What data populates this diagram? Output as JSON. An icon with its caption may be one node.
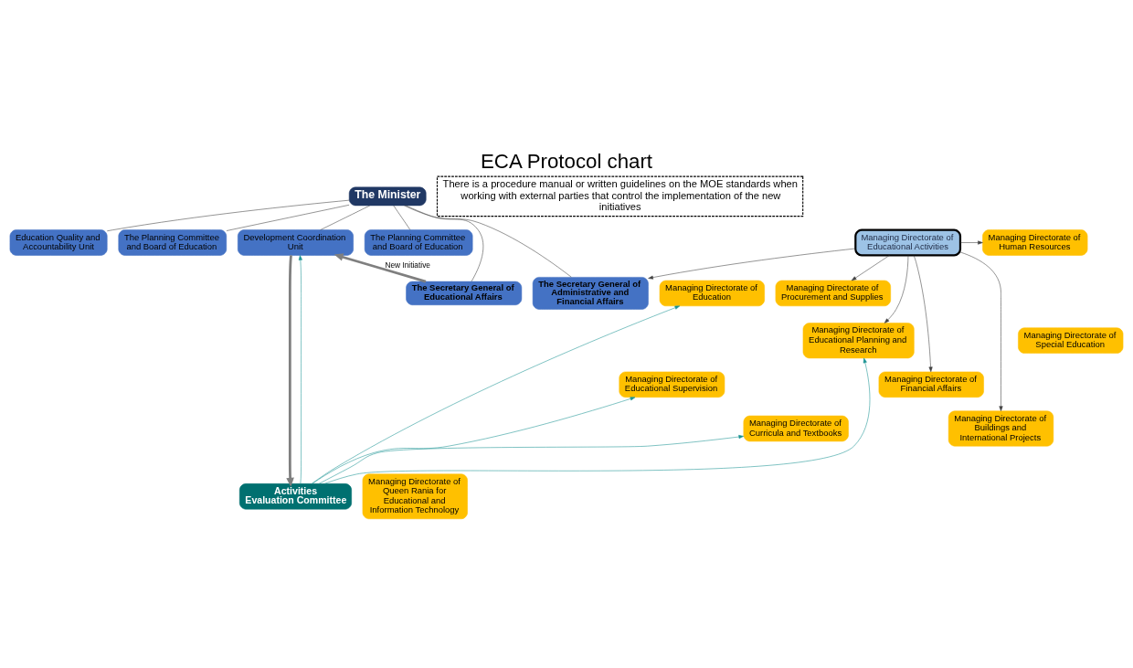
{
  "diagram": {
    "title": "ECA Protocol chart",
    "nodes": [
      {
        "text": [
          "The Minister"
        ]
      },
      {
        "text": [
          "Education Quality and Accountability Unit"
        ]
      },
      {
        "text": [
          "The Planning Committee and Board of Education"
        ]
      },
      {
        "text": [
          "Development Coordination Unit"
        ]
      },
      {
        "text": [
          "The Planning Committee and Board of Education"
        ]
      },
      {
        "text": [
          "The Secretary General of Educational Affairs"
        ]
      },
      {
        "text": [
          "The Secretary General of Administrative and Financial Affairs"
        ]
      },
      {
        "text": [
          "Managing Directorate of Educational Activities"
        ]
      },
      {
        "text": [
          "Managing Directorate of Education"
        ]
      },
      {
        "text": [
          "Managing Directorate of Special Education"
        ]
      },
      {
        "text": [
          "Managing Directorate of Educational Supervision"
        ]
      },
      {
        "text": [
          "Managing Directorate of Curricula and Textbooks"
        ]
      },
      {
        "text": [
          "Managing Directorate of Queen Rania for Educational and Information Technology"
        ]
      },
      {
        "text": [
          "Managing Directorate of Human Resources"
        ]
      },
      {
        "text": [
          "Managing Directorate of Procurement and Supplies"
        ]
      },
      {
        "text": [
          "Managing Directorate of Educational Planning and Research"
        ]
      },
      {
        "text": [
          "Managing Directorate of Financial Affairs"
        ]
      },
      {
        "text": [
          "Managing Directorate of Buildings and International Projects"
        ]
      },
      {
        "text": [
          "Activities Evaluation Committee"
        ]
      },
      {
        "text": [
          "There is a procedure manual or written guidelines on the MOE standards when working with external parties that control the implementation of the new initiatives"
        ]
      }
    ],
    "edges": [
      {
        "from": 0,
        "to": 1,
        "arrow": "none"
      },
      {
        "from": 0,
        "to": 2,
        "arrow": "none"
      },
      {
        "from": 0,
        "to": 3,
        "arrow": "none"
      },
      {
        "from": 0,
        "to": 4,
        "arrow": "none"
      },
      {
        "from": 0,
        "to": 5,
        "arrow": "none"
      },
      {
        "from": 0,
        "to": 6,
        "arrow": "none"
      },
      {
        "from": 5,
        "to": 3,
        "arrow": "to",
        "label": "New Initiative",
        "style": "thick",
        "color": "#7f7f7f"
      },
      {
        "from": 7,
        "to": 6,
        "arrow": "to"
      },
      {
        "from": 7,
        "to": 13,
        "arrow": "to"
      },
      {
        "from": 7,
        "to": 14,
        "arrow": "to"
      },
      {
        "from": 7,
        "to": 15,
        "arrow": "to"
      },
      {
        "from": 7,
        "to": 16,
        "arrow": "to"
      },
      {
        "from": 7,
        "to": 17,
        "arrow": "to"
      },
      {
        "from": 3,
        "to": 18,
        "arrow": "to",
        "style": "thick",
        "color": "#7f7f7f"
      },
      {
        "from": 18,
        "to": 3,
        "arrow": "to",
        "color": "#1a9393"
      },
      {
        "from": 18,
        "to": 8,
        "arrow": "to",
        "color": "#1a9393"
      },
      {
        "from": 18,
        "to": 10,
        "arrow": "to",
        "color": "#1a9393"
      },
      {
        "from": 18,
        "to": 11,
        "arrow": "to",
        "color": "#1a9393"
      },
      {
        "from": 18,
        "to": 15,
        "arrow": "to",
        "color": "#1a9393"
      }
    ]
  }
}
